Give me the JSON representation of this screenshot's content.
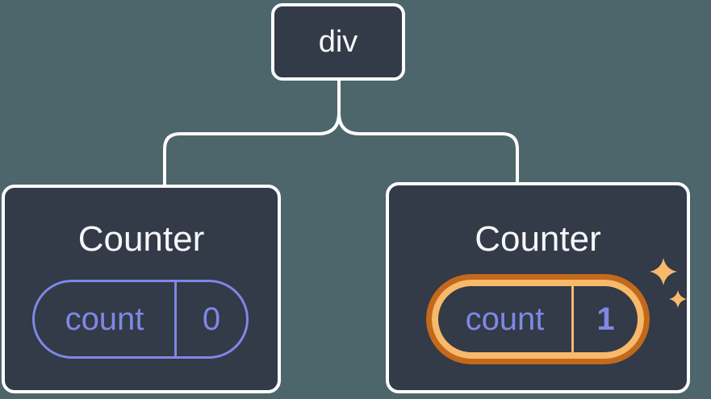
{
  "colors": {
    "background": "#4d666b",
    "node_fill": "#333a48",
    "node_border": "#ffffff",
    "text_primary": "#f6f7f9",
    "state_accent": "#7f88e4",
    "highlight_ring_outer": "#c4691b",
    "highlight_ring_inner": "#f8b96a",
    "sparkle": "#f8b96a"
  },
  "tree": {
    "root": {
      "label": "div"
    },
    "children": [
      {
        "title": "Counter",
        "state": {
          "key": "count",
          "value": "0"
        },
        "highlighted": false
      },
      {
        "title": "Counter",
        "state": {
          "key": "count",
          "value": "1"
        },
        "highlighted": true
      }
    ]
  }
}
